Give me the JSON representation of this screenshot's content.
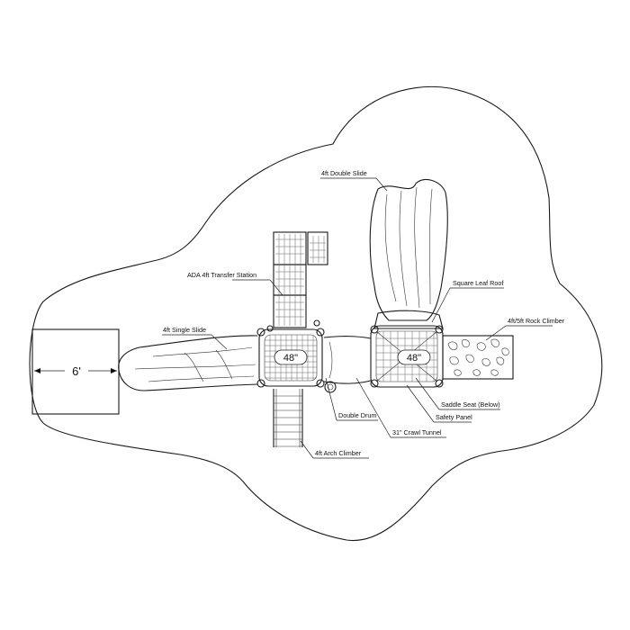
{
  "dimension": {
    "text": "6'"
  },
  "labels": {
    "double_slide": "4ft Double Slide",
    "transfer_station": "ADA 4ft Transfer Station",
    "square_leaf_roof": "Square Leaf Roof",
    "rock_climber": "4ft/5ft Rock Climber",
    "single_slide": "4ft Single Slide",
    "double_drum": "Double Drum",
    "saddle_seat": "Saddle Seat  (Below)",
    "safety_panel": "Safety Panel",
    "crawl_tunnel": "31\" Crawl Tunnel",
    "arch_climber": "4ft Arch Climber"
  },
  "decks": {
    "left": "48\"",
    "right": "48\""
  }
}
